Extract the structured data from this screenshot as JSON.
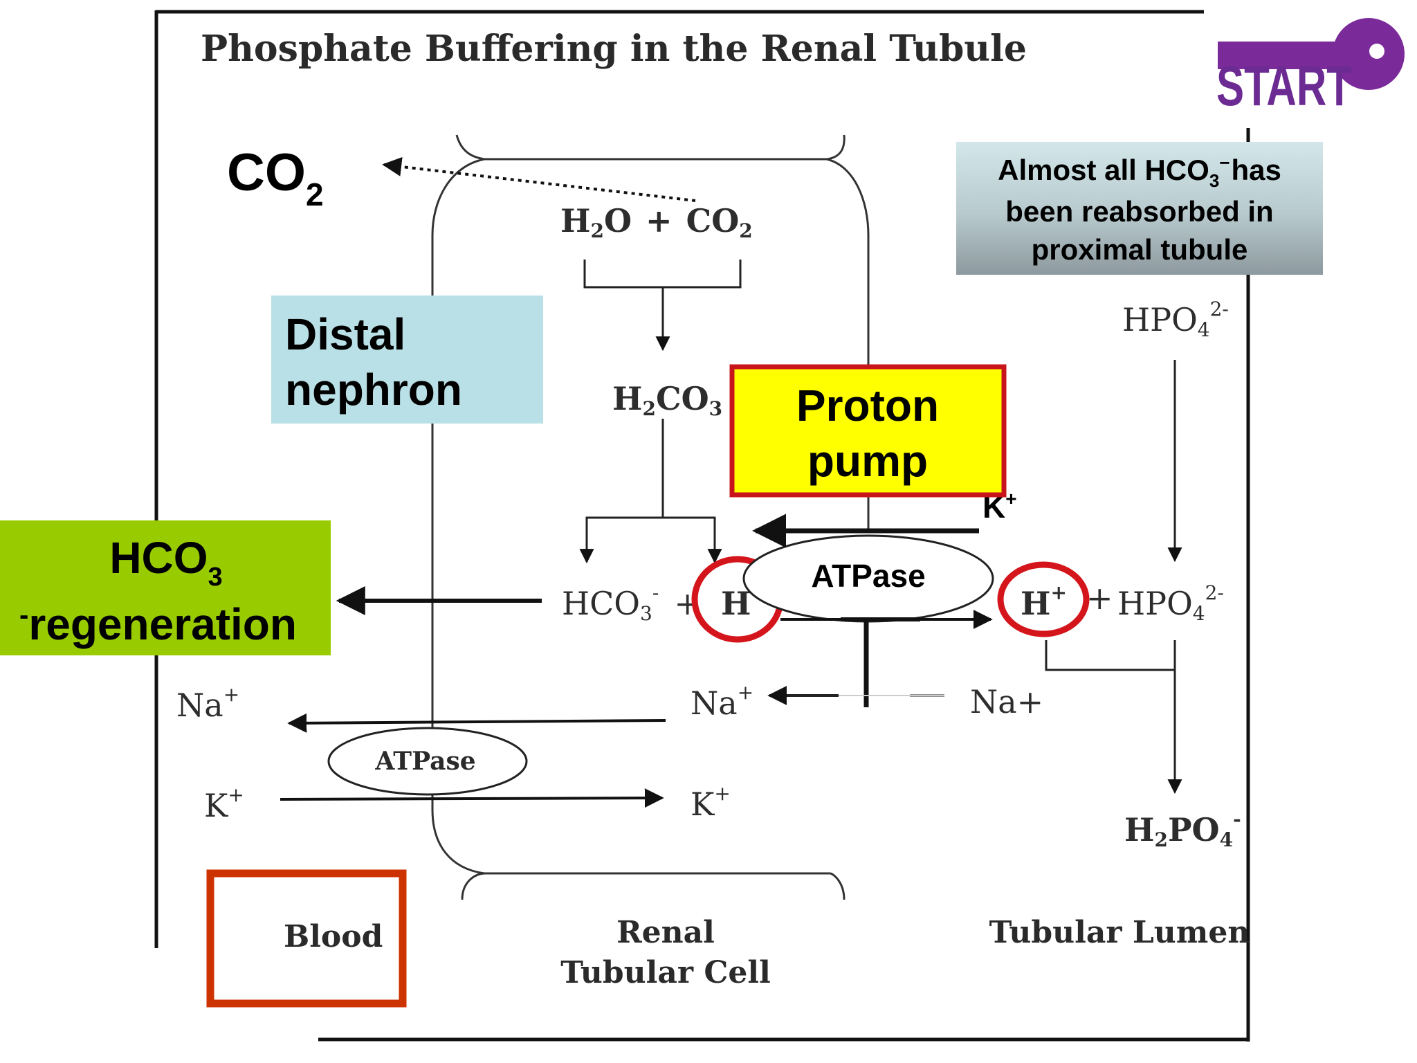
{
  "title": "Phosphate Buffering in the Renal Tubule",
  "logo": {
    "text": "START",
    "icon": "key-icon",
    "color": "#7b2a9a"
  },
  "callouts": {
    "note": {
      "line1": "Almost all HCO",
      "sub": "3",
      "sup": "−",
      "line1_rest": "has",
      "line2": "been reabsorbed in",
      "line3": "proximal tubule"
    },
    "distal": {
      "line1": "Distal",
      "line2": "nephron"
    },
    "proton_pump": {
      "line1": "Proton",
      "line2": "pump"
    },
    "hco3_regen": {
      "line1": "HCO",
      "sub": "3",
      "line2": "regeneration",
      "prefix": "-"
    }
  },
  "co2_large": {
    "text": "CO",
    "sub": "2"
  },
  "species": {
    "h2o": "H",
    "h2o_sub": "2",
    "h2o_rest": "O",
    "plus": "+",
    "co2": "CO",
    "co2_sub": "2",
    "h2co3_a": "H",
    "h2co3_sub1": "2",
    "h2co3_b": "CO",
    "h2co3_sub2": "3",
    "hco3": "HCO",
    "hco3_sub": "3",
    "hco3_sup": "-",
    "h_ion": "H",
    "h_sup": "+",
    "atpase_apical": "ATPase",
    "k_apical": "K",
    "k_apical_sup": "+",
    "h_lumen": "H",
    "h_lumen_sup": "+",
    "hpo4_lumen_a": "HPO",
    "hpo4_lumen_sub": "4",
    "hpo4_lumen_sup": "2-",
    "hpo4_top": "HPO",
    "hpo4_top_sub": "4",
    "hpo4_top_sup": "2-",
    "na_cell": "Na",
    "na_cell_sup": "+",
    "na_lumen": "Na+",
    "na_blood": "Na",
    "na_blood_sup": "+",
    "atpase_basal": "ATPase",
    "k_blood": "K",
    "k_blood_sup": "+",
    "k_cell": "K",
    "k_cell_sup": "+",
    "h2po4_a": "H",
    "h2po4_sub1": "2",
    "h2po4_b": "PO",
    "h2po4_sub2": "4",
    "h2po4_sup": "-"
  },
  "compartments": {
    "blood": "Blood",
    "cell_line1": "Renal",
    "cell_line2": "Tubular Cell",
    "lumen": "Tubular Lumen"
  },
  "colors": {
    "note_top": "#cfe3e6",
    "note_bottom": "#8e9aa0",
    "distal_bg": "#b9e0e6",
    "pump_bg": "#ffff00",
    "pump_border": "#c8151b",
    "regen_bg": "#99cc00",
    "circle": "#d4151b",
    "blood_border": "#cc3300"
  }
}
